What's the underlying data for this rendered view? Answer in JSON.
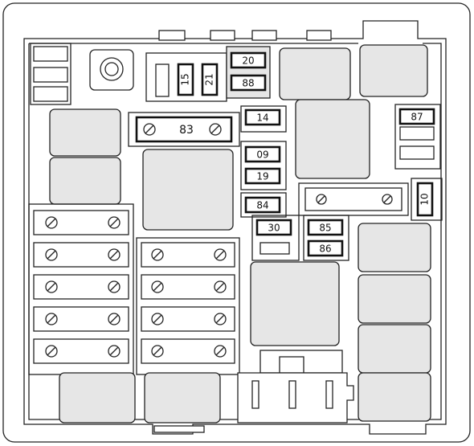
{
  "fuses": {
    "f20": "20",
    "f88": "88",
    "f15": "15",
    "f21": "21",
    "f83": "83",
    "f14": "14",
    "f87": "87",
    "f09": "09",
    "f19": "19",
    "f84": "84",
    "f10": "10",
    "f30": "30",
    "f85": "85",
    "f86": "86"
  }
}
